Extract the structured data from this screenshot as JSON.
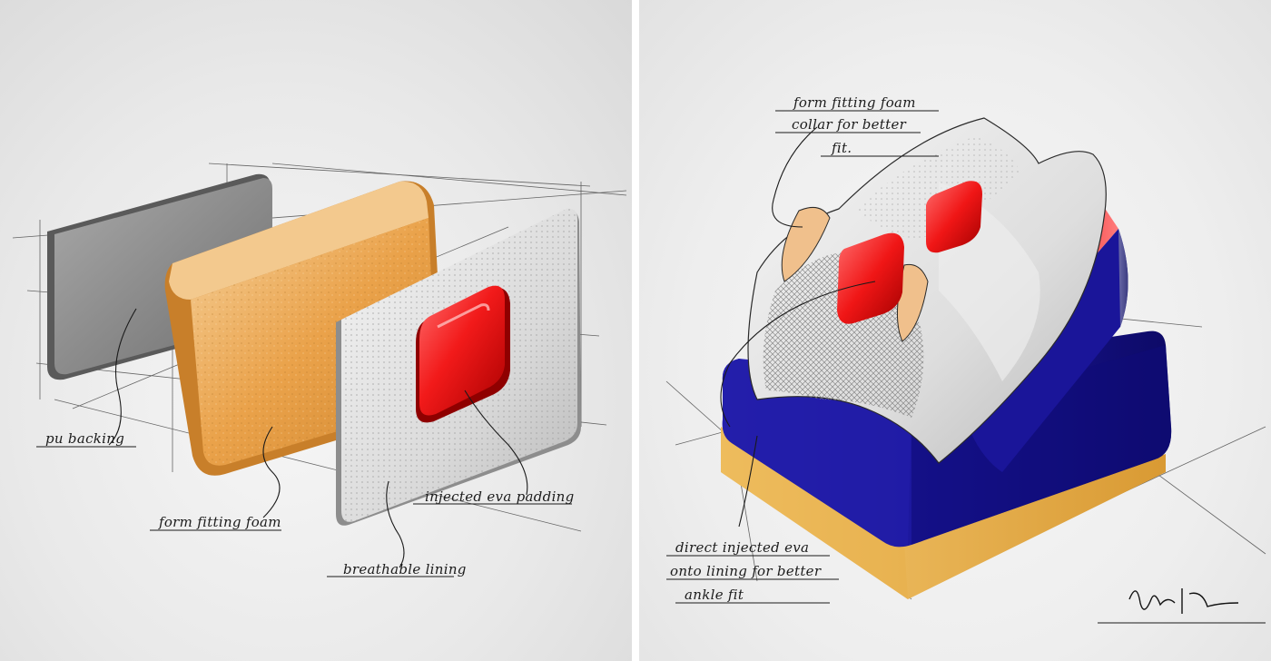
{
  "left_labels": {
    "pu_backing": "pu backing",
    "form_fitting_foam": "form fitting foam",
    "injected_eva_padding": "injected eva padding",
    "breathable_lining": "breathable lining"
  },
  "right_labels": {
    "collar_line1": "form fitting foam",
    "collar_line2": "collar for better",
    "collar_line3": "fit.",
    "direct_line1": "direct injected eva",
    "direct_line2": "onto lining for better",
    "direct_line3": "ankle fit"
  },
  "colors": {
    "pu_backing": "#8c8c8c",
    "foam": "#e8a64e",
    "lining": "#e3e3e3",
    "eva": "#ee1d1d",
    "navy": "#18148f",
    "sole": "#e8b04a"
  },
  "icons": {
    "signature": "signature-mark"
  }
}
